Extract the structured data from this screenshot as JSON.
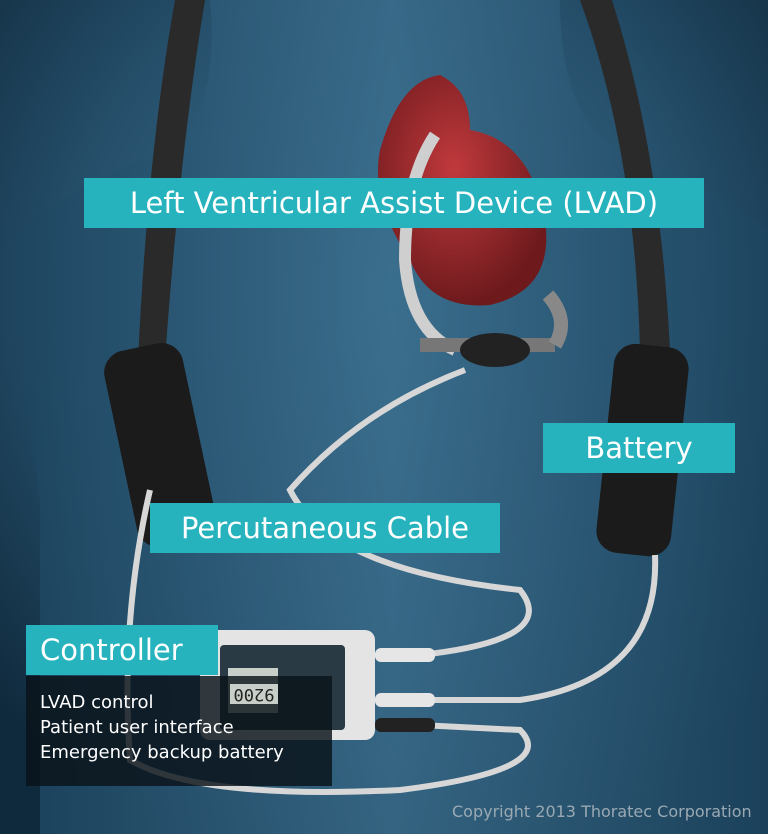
{
  "labels": {
    "lvad": "Left Ventricular Assist Device (LVAD)",
    "battery": "Battery",
    "cable": "Percutaneous Cable",
    "controller": "Controller"
  },
  "controller_features": [
    "LVAD control",
    "Patient user interface",
    "Emergency backup battery"
  ],
  "controller_display": {
    "pump_speed": "9200"
  },
  "copyright": "Copyright 2013 Thoratec Corporation",
  "colors": {
    "label_bg": "#26b3bd",
    "background": "#17374f",
    "heart": "#9c2a2e"
  }
}
